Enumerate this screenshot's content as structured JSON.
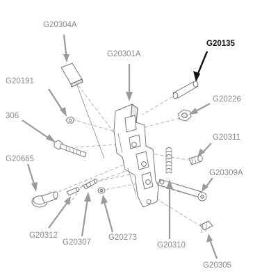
{
  "diagram": {
    "highlighted_part": "G20135",
    "parts": [
      {
        "id": "G20304A"
      },
      {
        "id": "G20301A"
      },
      {
        "id": "G20135"
      },
      {
        "id": "G20191"
      },
      {
        "id": "G20226"
      },
      {
        "id": "306"
      },
      {
        "id": "G20311"
      },
      {
        "id": "G20665"
      },
      {
        "id": "G20309A"
      },
      {
        "id": "G20312"
      },
      {
        "id": "G20307"
      },
      {
        "id": "G20273"
      },
      {
        "id": "G20310"
      },
      {
        "id": "G20305"
      }
    ]
  }
}
